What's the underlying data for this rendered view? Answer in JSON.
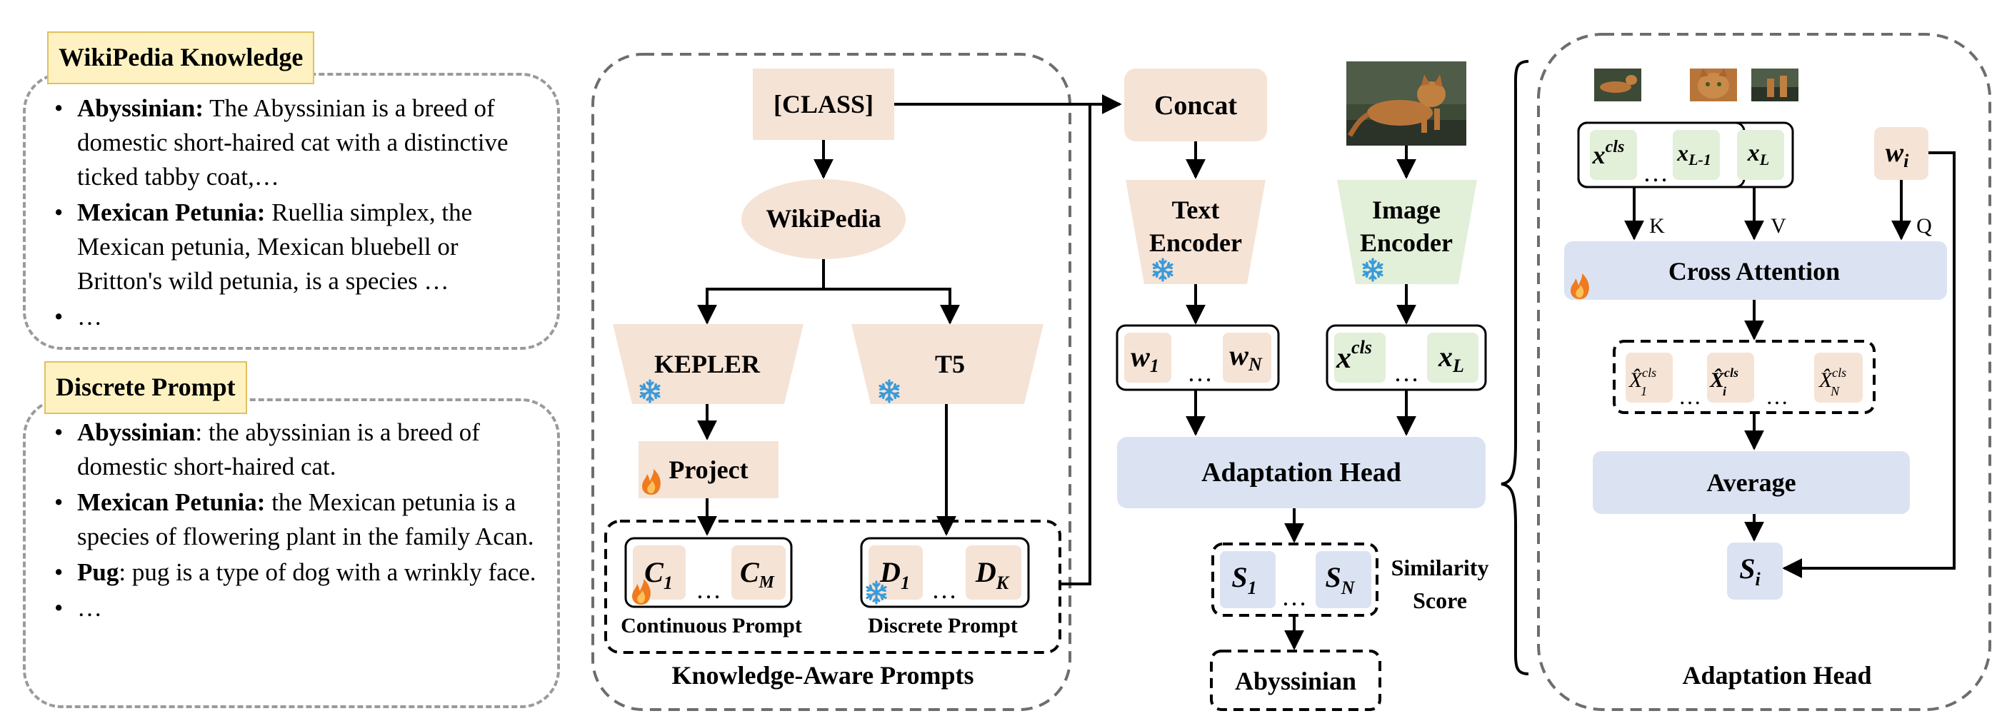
{
  "wiki_panel": {
    "title": "WikiPedia Knowledge",
    "items": [
      {
        "term": "Abyssinian:",
        "text": " The Abyssinian is a breed of domestic short-haired cat with a distinctive ticked tabby coat,…"
      },
      {
        "term": "Mexican Petunia:",
        "text": " Ruellia simplex, the Mexican petunia, Mexican bluebell or Britton's wild petunia, is a species …"
      },
      {
        "term": "",
        "text": "…"
      }
    ]
  },
  "discrete_panel": {
    "title": "Discrete Prompt",
    "items": [
      {
        "term": "Abyssinian",
        "text": ": the abyssinian is a breed of domestic short-haired cat."
      },
      {
        "term": "Mexican Petunia:",
        "text": " the Mexican petunia is a species of flowering plant in the family Acan."
      },
      {
        "term": "Pug",
        "text": ": pug is a type of dog with a wrinkly face."
      },
      {
        "term": "",
        "text": "…"
      }
    ]
  },
  "knowledge_prompts": {
    "class_label": "[CLASS]",
    "wikipedia": "WikiPedia",
    "kepler": "KEPLER",
    "t5": "T5",
    "project": "Project",
    "cont": {
      "first": "C",
      "first_sub": "1",
      "last": "C",
      "last_sub": "M",
      "dots": "…",
      "label": "Continuous Prompt"
    },
    "disc": {
      "first": "D",
      "first_sub": "1",
      "last": "D",
      "last_sub": "K",
      "dots": "…",
      "label": "Discrete Prompt"
    },
    "caption": "Knowledge-Aware Prompts"
  },
  "middle": {
    "concat": "Concat",
    "text_encoder": [
      "Text",
      "Encoder"
    ],
    "image_encoder": [
      "Image",
      "Encoder"
    ],
    "w_first": "w",
    "w_first_sub": "1",
    "w_last": "w",
    "w_last_sub": "N",
    "x_cls": "x",
    "x_cls_sup": "cls",
    "x_last": "x",
    "x_last_sub": "L",
    "dots": "…",
    "adaptation_head": "Adaptation Head",
    "s_first": "S",
    "s_first_sub": "1",
    "s_last": "S",
    "s_last_sub": "N",
    "similarity": [
      "Similarity",
      "Score"
    ],
    "result": "Abyssinian"
  },
  "right": {
    "x_cls": "x",
    "x_cls_sup": "cls",
    "x_l1": "x",
    "x_l1_sub": "L-1",
    "x_l": "x",
    "x_l_sub": "L",
    "dots": "…",
    "w_i": "w",
    "w_i_sub": "i",
    "k": "K",
    "v": "V",
    "q": "Q",
    "cross_attention": "Cross Attention",
    "xhat": "X̂",
    "xhat_1_sub": "1",
    "xhat_i_sub": "i",
    "xhat_n_sub": "N",
    "xhat_sup": "cls",
    "average": "Average",
    "s_i": "S",
    "s_i_sub": "i",
    "caption": "Adaptation Head"
  },
  "colors": {
    "peach": "#f5e3d6",
    "green": "#e2efd9",
    "blue": "#dbe3f3",
    "tag_yellow": "#fff2c2",
    "snowflake": "#3a9ad9",
    "flame": "#f07a1e"
  }
}
